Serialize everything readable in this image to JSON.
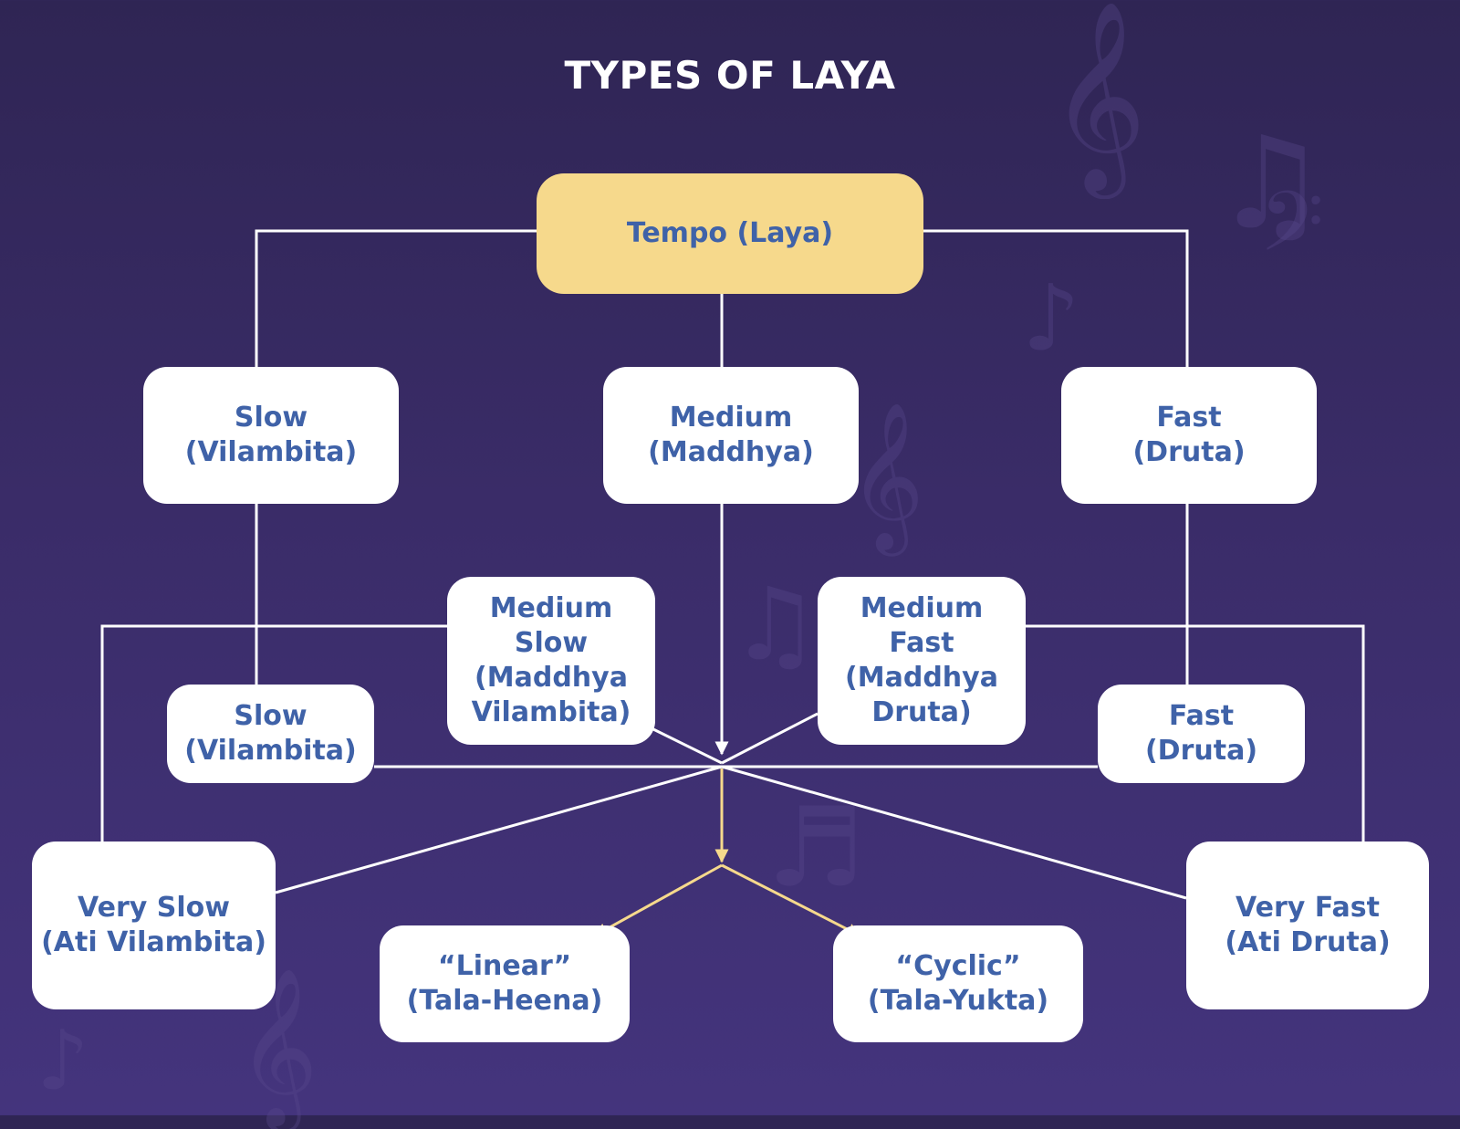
{
  "title": "TYPES OF LAYA",
  "colors": {
    "background_top": "#2f2554",
    "background_bottom": "#44347d",
    "root_fill": "#f6d98c",
    "node_fill": "#ffffff",
    "node_text": "#3f62a8",
    "connector": "#ffffff",
    "output_connector": "#f6d98c"
  },
  "decorations": [
    "music-note-icon",
    "treble-clef-icon",
    "bass-clef-icon"
  ],
  "nodes": {
    "root": "Tempo (Laya)",
    "slow_top": "Slow\n(Vilambita)",
    "medium_top": "Medium\n(Maddhya)",
    "fast_top": "Fast\n(Druta)",
    "medium_slow": "Medium\nSlow\n(Maddhya\nVilambita)",
    "medium_fast": "Medium\nFast\n(Maddhya\nDruta)",
    "slow_mid": "Slow\n(Vilambita)",
    "fast_mid": "Fast\n(Druta)",
    "very_slow": "Very Slow\n(Ati Vilambita)",
    "very_fast": "Very Fast\n(Ati Druta)",
    "linear": "“Linear”\n(Tala-Heena)",
    "cyclic": "“Cyclic”\n(Tala-Yukta)"
  }
}
